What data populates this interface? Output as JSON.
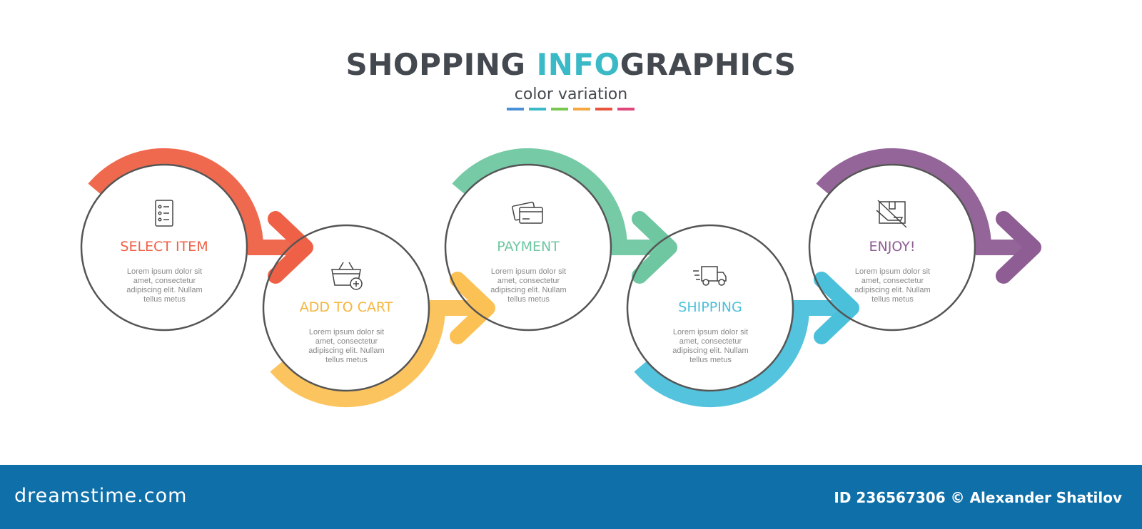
{
  "header": {
    "title_part1": "SHOPPING ",
    "title_accent": "INFO",
    "title_part2": "GRAPHICS",
    "subtitle": "color variation",
    "swatches": [
      "#4a90d9",
      "#3ab9c7",
      "#7ac74f",
      "#f5a742",
      "#e8553d",
      "#e0457b"
    ]
  },
  "steps": [
    {
      "title": "SELECT ITEM",
      "icon": "checklist-icon",
      "color": "#ee6146",
      "description": "Lorem ipsum dolor sit amet, consectetur adipiscing elit. Nullam tellus metus"
    },
    {
      "title": "ADD TO CART",
      "icon": "basket-add-icon",
      "color": "#fbc155",
      "description": "Lorem ipsum dolor sit amet, consectetur adipiscing elit. Nullam tellus metus"
    },
    {
      "title": "PAYMENT",
      "icon": "credit-card-icon",
      "color": "#6fc7a1",
      "description": "Lorem ipsum dolor sit amet, consectetur adipiscing elit. Nullam tellus metus"
    },
    {
      "title": "SHIPPING",
      "icon": "delivery-truck-icon",
      "color": "#4bc0db",
      "description": "Lorem ipsum dolor sit amet, consectetur adipiscing elit. Nullam tellus metus"
    },
    {
      "title": "ENJOY!",
      "icon": "package-hand-icon",
      "color": "#8e5d94",
      "description": "Lorem ipsum dolor sit amet, consectetur adipiscing elit. Nullam tellus metus"
    }
  ],
  "footer": {
    "logo": "dreamstime.com",
    "credit": "ID 236567306 © Alexander Shatilov"
  }
}
